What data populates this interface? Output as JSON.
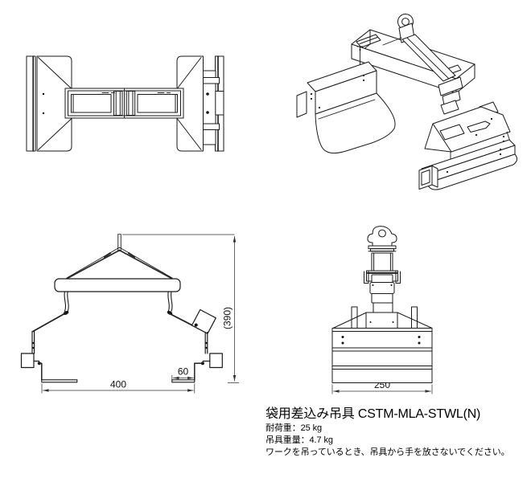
{
  "style": {
    "background": "#ffffff",
    "line_color": "#1a1a1a",
    "dim_color": "#333333"
  },
  "dimensions": {
    "front_span": "400",
    "front_insert_depth": "60",
    "front_overall_height": "(390)",
    "side_width": "250"
  },
  "note": {
    "title": "袋用差込み吊具 CSTM-MLA-STWL(N)",
    "load_capacity": "耐荷重：25 kg",
    "tool_weight": "吊具重量：4.7 kg",
    "caution": "ワークを吊っているとき、吊具から手を放さないでください。"
  }
}
